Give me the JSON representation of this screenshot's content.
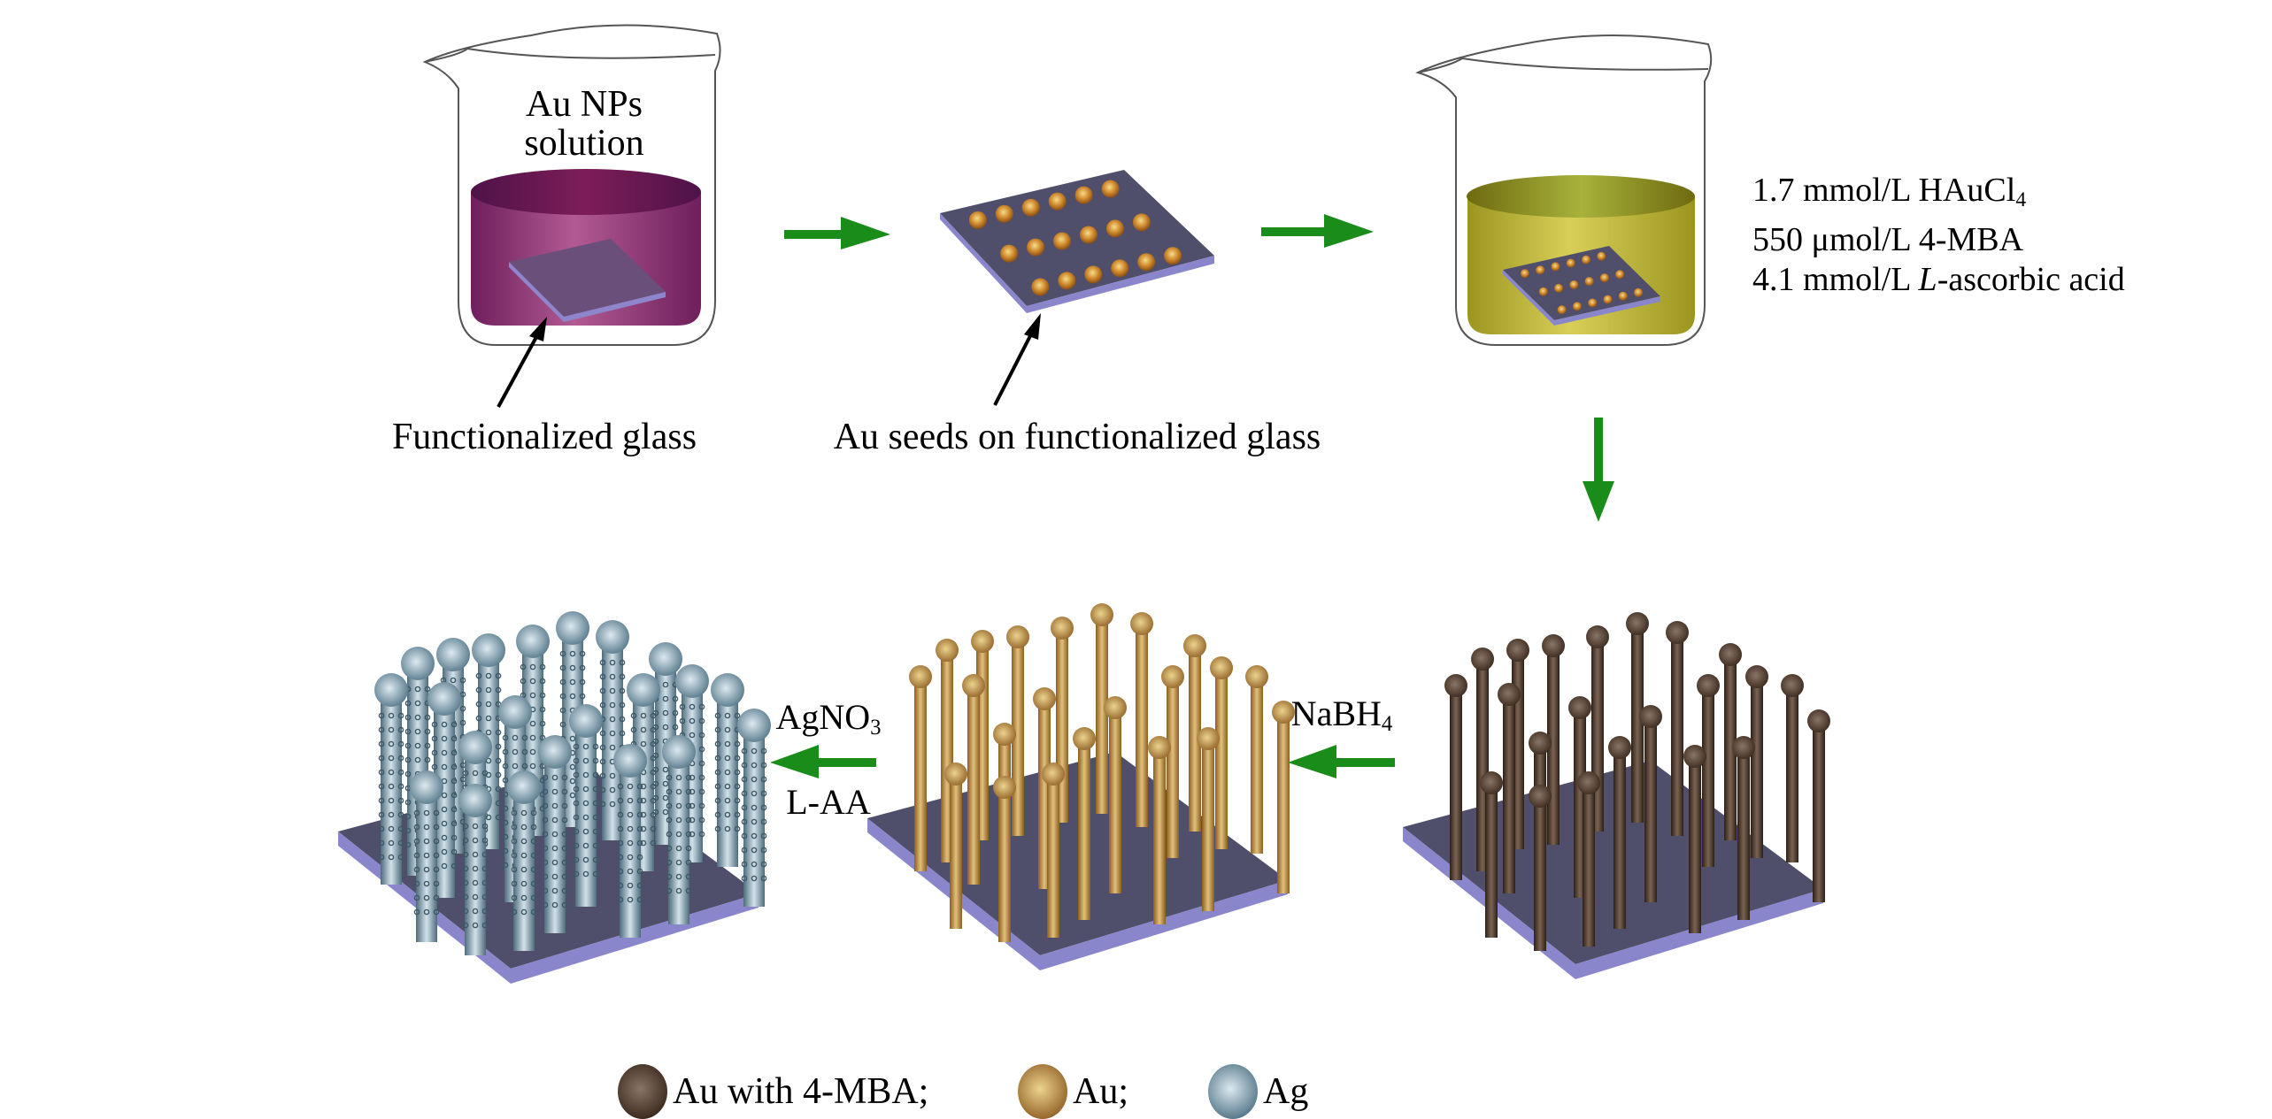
{
  "figure": {
    "title": "Schematic of nanorod array fabrication",
    "colors": {
      "arrow_green": "#1a8c1a",
      "substrate_top": "#4f4f6c",
      "substrate_edge": "#8a86cc",
      "au_np_solution": "#8a2c6e",
      "growth_solution": "#c9c13c",
      "au_4mba": "#4a3326",
      "au": "#b8863a",
      "ag": "#7a9aaa"
    }
  },
  "step1": {
    "beaker_label_line1": "Au NPs",
    "beaker_label_line2": "solution",
    "substrate_label": "Functionalized glass"
  },
  "step2": {
    "substrate_label": "Au seeds on functionalized glass"
  },
  "step3": {
    "reagents": [
      {
        "prefix": "1.7 mmol/L HAuCl",
        "sub": "4",
        "italic": "",
        "suffix": ""
      },
      {
        "prefix": "550 μmol/L 4-MBA",
        "sub": "",
        "italic": "",
        "suffix": ""
      },
      {
        "prefix": "4.1 mmol/L ",
        "sub": "",
        "italic": "L",
        "suffix": "-ascorbic acid"
      }
    ]
  },
  "step4": {
    "reagent_prefix": "NaBH",
    "reagent_sub": "4"
  },
  "step5": {
    "reagent1_prefix": "AgNO",
    "reagent1_sub": "3",
    "reagent2": "L-AA"
  },
  "legend": [
    {
      "label": "Au with 4-MBA;",
      "color_key": "au_4mba"
    },
    {
      "label": "Au;",
      "color_key": "au"
    },
    {
      "label": "Ag",
      "color_key": "ag"
    }
  ]
}
